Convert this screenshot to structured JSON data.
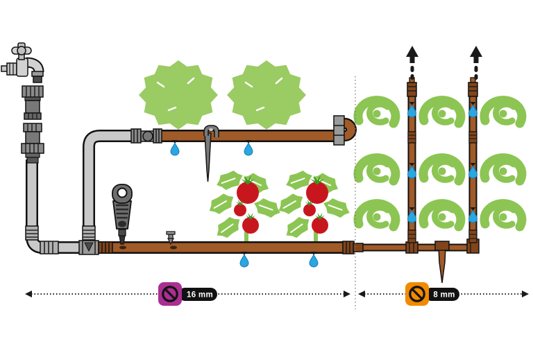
{
  "diagram": {
    "kind": "drip-irrigation-system",
    "sections": [
      {
        "id": "main-line",
        "pipe_size_label": "16 mm",
        "plants": "2 bushes, 2 tomato plants"
      },
      {
        "id": "distribution-line",
        "pipe_size_label": "8 mm",
        "plants": "9 lettuce heads"
      }
    ]
  },
  "badges": [
    {
      "id": "size-16mm",
      "label": "16 mm",
      "color": "#ab2f93",
      "icon": "diameter-icon"
    },
    {
      "id": "size-8mm",
      "label": "8 mm",
      "color": "#f18a00",
      "icon": "diameter-icon"
    }
  ],
  "colors": {
    "pipe_brown": "#a05b28",
    "fitting_brown": "#80451c",
    "gray_pipe": "#c9c9c9",
    "device_gray": "#6e6e6e",
    "water_drop_blue": "#2aa6e0",
    "bush_green": "#9bcb63",
    "leaf_green": "#8cc553",
    "tomato_red": "#c8161e",
    "badge_16mm": "#ab2f93",
    "badge_8mm": "#f18a00"
  },
  "counts": {
    "bushes": 2,
    "tomato_plants": 2,
    "lettuce_heads": 9,
    "drip_points": 10,
    "flow_arrows": 2
  }
}
